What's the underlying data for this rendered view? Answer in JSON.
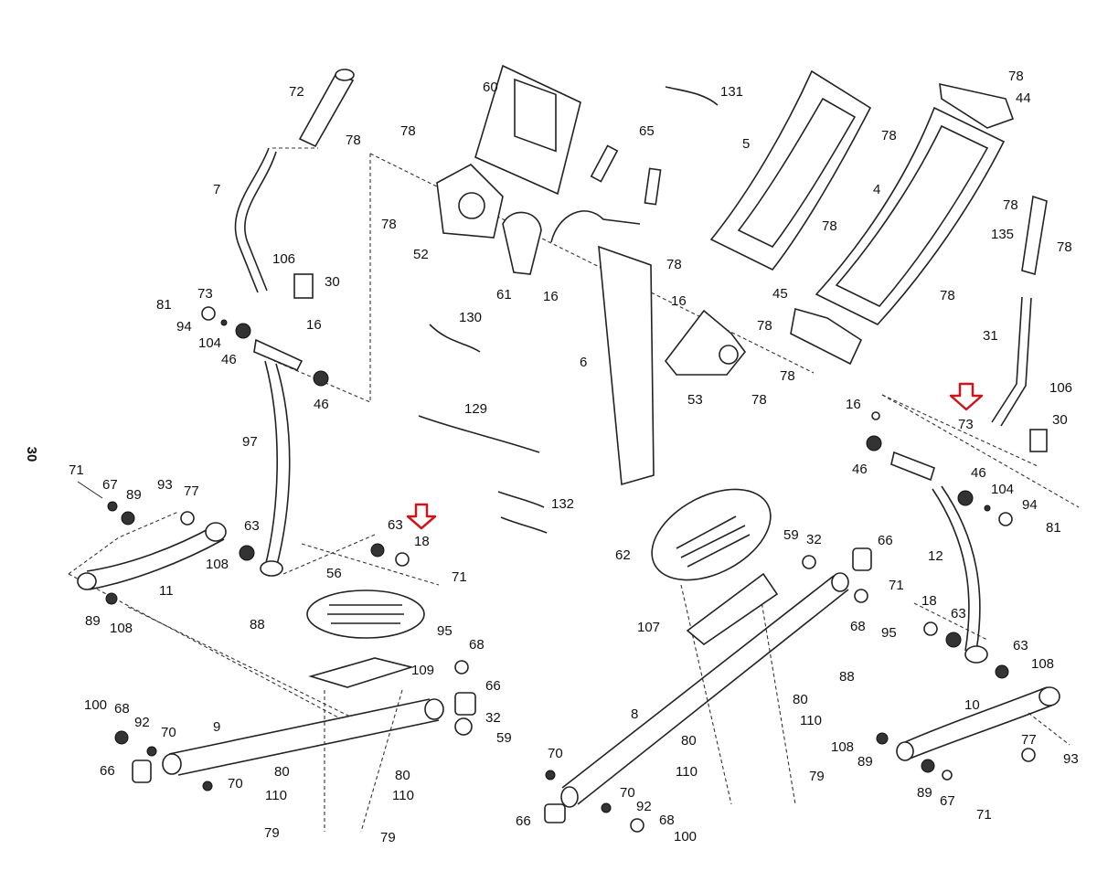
{
  "page_number": "30",
  "highlight_color": "#d0141b",
  "highlighted_labels": [
    "18",
    "73"
  ],
  "labels": {
    "l72": "72",
    "l78a": "78",
    "l7": "7",
    "l106a": "106",
    "l73a": "73",
    "l30a": "30",
    "l81a": "81",
    "l94a": "94",
    "l104a": "104",
    "l46a": "46",
    "l16a": "16",
    "l46b": "46",
    "l97": "97",
    "l71a": "71",
    "l67a": "67",
    "l89a": "89",
    "l93a": "93",
    "l77a": "77",
    "l63a": "63",
    "l108a": "108",
    "l11": "11",
    "l89b": "89",
    "l108b": "108",
    "l60": "60",
    "l131": "131",
    "l78b": "78",
    "l65": "65",
    "l78c": "78",
    "l52": "52",
    "l61": "61",
    "l16b": "16",
    "l78d": "78",
    "l16c": "16",
    "l130": "130",
    "l6": "6",
    "l53": "53",
    "l78e": "78",
    "l78f": "78",
    "l129": "129",
    "l132": "132",
    "l63b": "63",
    "l18a": "18",
    "l71b": "71",
    "l56": "56",
    "l88a": "88",
    "l109": "109",
    "l95a": "95",
    "l68a": "68",
    "l66a": "66",
    "l32a": "32",
    "l59a": "59",
    "l100a": "100",
    "l68b": "68",
    "l92a": "92",
    "l70a": "70",
    "l9": "9",
    "l66b": "66",
    "l70b": "70",
    "l80a": "80",
    "l80b": "80",
    "l110a": "110",
    "l110b": "110",
    "l79a": "79",
    "l79b": "79",
    "l5": "5",
    "l78g": "78",
    "l44": "44",
    "l78h": "78",
    "l4": "4",
    "l78i": "78",
    "l78j": "78",
    "l135": "135",
    "l78k": "78",
    "l45": "45",
    "l78l": "78",
    "l78m": "78",
    "l31": "31",
    "l16d": "16",
    "l73b": "73",
    "l106b": "106",
    "l30b": "30",
    "l46c": "46",
    "l46d": "46",
    "l104b": "104",
    "l94b": "94",
    "l81b": "81",
    "l12": "12",
    "l62": "62",
    "l59b": "59",
    "l32b": "32",
    "l66c": "66",
    "l107": "107",
    "l68c": "68",
    "l71c": "71",
    "l18b": "18",
    "l95b": "95",
    "l63c": "63",
    "l63d": "63",
    "l108c": "108",
    "l88b": "88",
    "l80c": "80",
    "l110c": "110",
    "l80d": "80",
    "l110d": "110",
    "l79c": "79",
    "l8": "8",
    "l70c": "70",
    "l66d": "66",
    "l70d": "70",
    "l92b": "92",
    "l68d": "68",
    "l100b": "100",
    "l10": "10",
    "l108d": "108",
    "l89c": "89",
    "l77b": "77",
    "l93b": "93",
    "l89d": "89",
    "l67b": "67",
    "l71d": "71"
  }
}
